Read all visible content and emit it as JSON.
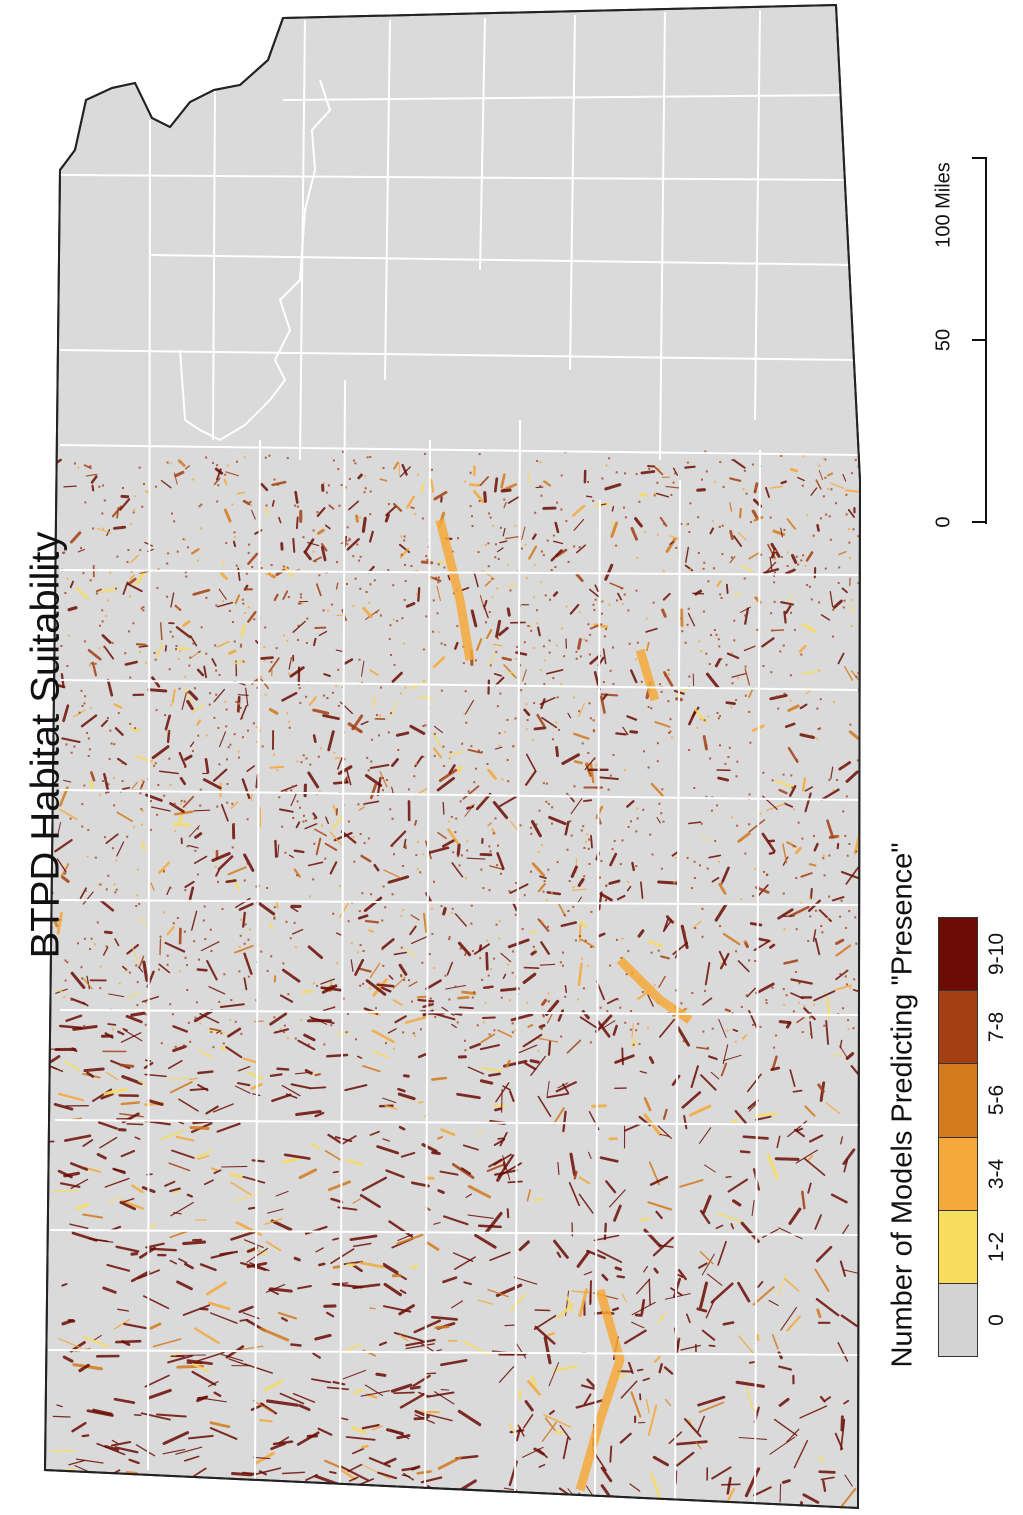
{
  "title": "BTPD Habitat Suitability",
  "legend": {
    "title": "Number of Models Predicting \"Presence\"",
    "classes": [
      {
        "label": "9-10",
        "color": "#6b0d05"
      },
      {
        "label": "7-8",
        "color": "#a33f12"
      },
      {
        "label": "5-6",
        "color": "#d27a1d"
      },
      {
        "label": "3-4",
        "color": "#f4a93a"
      },
      {
        "label": "1-2",
        "color": "#f8dc5c"
      },
      {
        "label": "0",
        "color": "#d3d3d3"
      }
    ]
  },
  "scale_bar": {
    "unit": "Miles",
    "ticks": [
      {
        "value": "100",
        "label": "100 Miles"
      },
      {
        "value": "50",
        "label": "50"
      },
      {
        "value": "0",
        "label": "0"
      }
    ]
  },
  "colors": {
    "land": "#d8d8d8",
    "county_lines": "#ffffff",
    "boundary": "#222222",
    "no_data": "#d9d9d9"
  }
}
